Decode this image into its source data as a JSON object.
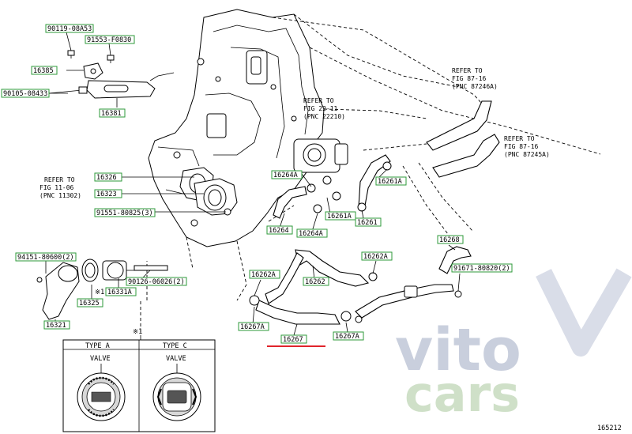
{
  "labels": {
    "p90119": "90119-08A53",
    "p91553": "91553-F0830",
    "p16385": "16385",
    "p90105": "90105-08433",
    "p16381": "16381",
    "p16326": "16326",
    "p16323": "16323",
    "p91551": "91551-80825(3)",
    "p94151": "94151-80600(2)",
    "p16325": "16325",
    "p16331A": "16331A",
    "p90126": "90126-06026(2)",
    "p16321": "16321",
    "p16264A_top": "16264A",
    "p16264": "16264",
    "p16264A_bot": "16264A",
    "p16261A_mid": "16261A",
    "p16261": "16261",
    "p16261A_right": "16261A",
    "p16262A_left": "16262A",
    "p16262": "16262",
    "p16262A_right": "16262A",
    "p16267A_left": "16267A",
    "p16267": "16267",
    "p16267A_right": "16267A",
    "p16268": "16268",
    "p91671": "91671-80820(2)"
  },
  "refs": {
    "refer_fig_11_06": [
      "REFER TO",
      "FIG 11-06",
      "(PNC 11302)"
    ],
    "refer_fig_22_11": [
      "REFER TO",
      "FIG 22-11",
      "(PNC 22210)"
    ],
    "refer_fig_87_16a": [
      "REFER TO",
      "FIG 87-16",
      "(PNC 87246A)"
    ],
    "refer_fig_87_16b": [
      "REFER TO",
      "FIG 87-16",
      "(PNC 87245A)"
    ]
  },
  "notes": {
    "star1_a": "※1",
    "star1_b": "※1"
  },
  "types": {
    "type_a": "TYPE A",
    "type_c": "TYPE C",
    "valve_a": "VALVE",
    "valve_c": "VALVE"
  },
  "figure_number": "165212",
  "watermark": {
    "line1": "vito",
    "line2": "cars"
  },
  "colors": {
    "part_box": "#2e9a3a",
    "highlight": "#e0242b"
  }
}
